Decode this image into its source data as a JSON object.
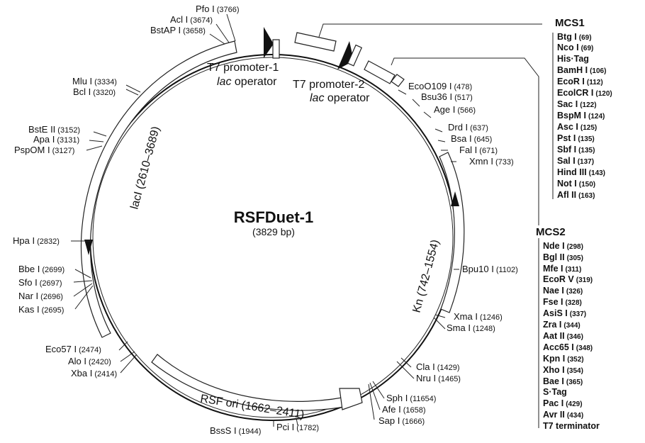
{
  "plasmid": {
    "name": "RSFDuet-1",
    "size": "(3829 bp)"
  },
  "features": {
    "t7_promoter_1": "T7 promoter-1",
    "t7_promoter_2": "T7 promoter-2",
    "lac_prefix": "lac",
    "operator_suffix": " operator",
    "laci": "lacI (2610–3689)",
    "kn": "Kn (742–1554)",
    "rsf_ori": "RSF ori (1662–2411)"
  },
  "sites": [
    {
      "name": "Pfo I",
      "pos": "(3766)"
    },
    {
      "name": "Acl I",
      "pos": "(3674)"
    },
    {
      "name": "BstAP I",
      "pos": "(3658)"
    },
    {
      "name": "Mlu I",
      "pos": "(3334)"
    },
    {
      "name": "Bcl I",
      "pos": "(3320)"
    },
    {
      "name": "BstE II",
      "pos": "(3152)"
    },
    {
      "name": "Apa I",
      "pos": "(3131)"
    },
    {
      "name": "PspOM I",
      "pos": "(3127)"
    },
    {
      "name": "Hpa I",
      "pos": "(2832)"
    },
    {
      "name": "Bbe I",
      "pos": "(2699)"
    },
    {
      "name": "Sfo I",
      "pos": "(2697)"
    },
    {
      "name": "Nar I",
      "pos": "(2696)"
    },
    {
      "name": "Kas I",
      "pos": "(2695)"
    },
    {
      "name": "Eco57 I",
      "pos": "(2474)"
    },
    {
      "name": "Alo I",
      "pos": "(2420)"
    },
    {
      "name": "Xba I",
      "pos": "(2414)"
    },
    {
      "name": "BssS I",
      "pos": "(1944)"
    },
    {
      "name": "Pci I",
      "pos": "(1782)"
    },
    {
      "name": "Sap I",
      "pos": "(1666)"
    },
    {
      "name": "Afe I",
      "pos": "(1658)"
    },
    {
      "name": "Sph I",
      "pos": "(11654)"
    },
    {
      "name": "Nru I",
      "pos": "(1465)"
    },
    {
      "name": "Cla I",
      "pos": "(1429)"
    },
    {
      "name": "Sma I",
      "pos": "(1248)"
    },
    {
      "name": "Xma I",
      "pos": "(1246)"
    },
    {
      "name": "Bpu10 I",
      "pos": "(1102)"
    },
    {
      "name": "EcoO109 I",
      "pos": "(478)"
    },
    {
      "name": "Bsu36 I",
      "pos": "(517)"
    },
    {
      "name": "Age I",
      "pos": "(566)"
    },
    {
      "name": "Drd I",
      "pos": "(637)"
    },
    {
      "name": "Bsa I",
      "pos": "(645)"
    },
    {
      "name": "Fal I",
      "pos": "(671)"
    },
    {
      "name": "Xmn I",
      "pos": "(733)"
    }
  ],
  "mcs1": {
    "title": "MCS1",
    "items": [
      {
        "name": "Btg I",
        "pos": "(69)"
      },
      {
        "name": "Nco I",
        "pos": "(69)"
      },
      {
        "name": "His·Tag",
        "pos": ""
      },
      {
        "name": "BamH I",
        "pos": "(106)"
      },
      {
        "name": "EcoR I",
        "pos": "(112)"
      },
      {
        "name": "EcolCR I",
        "pos": "(120)"
      },
      {
        "name": "Sac I",
        "pos": "(122)"
      },
      {
        "name": "BspM I",
        "pos": "(124)"
      },
      {
        "name": "Asc I",
        "pos": "(125)"
      },
      {
        "name": "Pst I",
        "pos": "(135)"
      },
      {
        "name": "Sbf I",
        "pos": "(135)"
      },
      {
        "name": "Sal I",
        "pos": "(137)"
      },
      {
        "name": "Hind III",
        "pos": "(143)"
      },
      {
        "name": "Not I",
        "pos": "(150)"
      },
      {
        "name": "Afl II",
        "pos": "(163)"
      }
    ]
  },
  "mcs2": {
    "title": "MCS2",
    "items": [
      {
        "name": "Nde I",
        "pos": "(298)"
      },
      {
        "name": "Bgl II",
        "pos": "(305)"
      },
      {
        "name": "Mfe I",
        "pos": "(311)"
      },
      {
        "name": "EcoR V",
        "pos": "(319)"
      },
      {
        "name": "Nae I",
        "pos": "(326)"
      },
      {
        "name": "Fse I",
        "pos": "(328)"
      },
      {
        "name": "AsiS I",
        "pos": "(337)"
      },
      {
        "name": "Zra I",
        "pos": "(344)"
      },
      {
        "name": "Aat II",
        "pos": "(346)"
      },
      {
        "name": "Acc65 I",
        "pos": "(348)"
      },
      {
        "name": "Kpn I",
        "pos": "(352)"
      },
      {
        "name": "Xho I",
        "pos": "(354)"
      },
      {
        "name": "Bae I",
        "pos": "(365)"
      },
      {
        "name": "S·Tag",
        "pos": ""
      },
      {
        "name": "Pac I",
        "pos": "(429)"
      },
      {
        "name": "Avr II",
        "pos": "(434)"
      },
      {
        "name": "T7 terminator",
        "pos": ""
      }
    ]
  }
}
